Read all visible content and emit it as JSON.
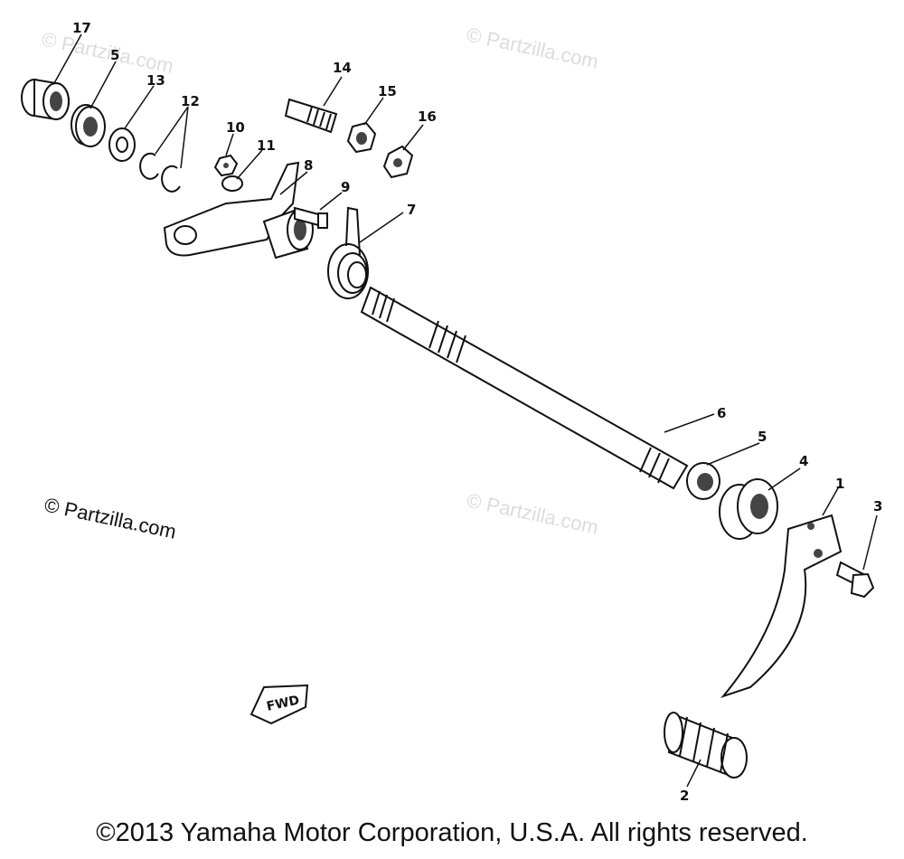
{
  "diagram": {
    "part_numbers": {
      "p1": "1",
      "p2": "2",
      "p3": "3",
      "p4": "4",
      "p5a": "5",
      "p5b": "5",
      "p6": "6",
      "p7": "7",
      "p8": "8",
      "p9": "9",
      "p10": "10",
      "p11": "11",
      "p12": "12",
      "p13": "13",
      "p14": "14",
      "p15": "15",
      "p16": "16",
      "p17": "17"
    },
    "direction_marker": "FWD",
    "watermarks": {
      "left": "© Partzilla.com",
      "faint_top_left": "© Partzilla.com",
      "faint_top_center": "© Partzilla.com",
      "faint_middle": "© Partzilla.com"
    },
    "copyright": "©2013 Yamaha Motor Corporation, U.S.A. All rights reserved."
  }
}
